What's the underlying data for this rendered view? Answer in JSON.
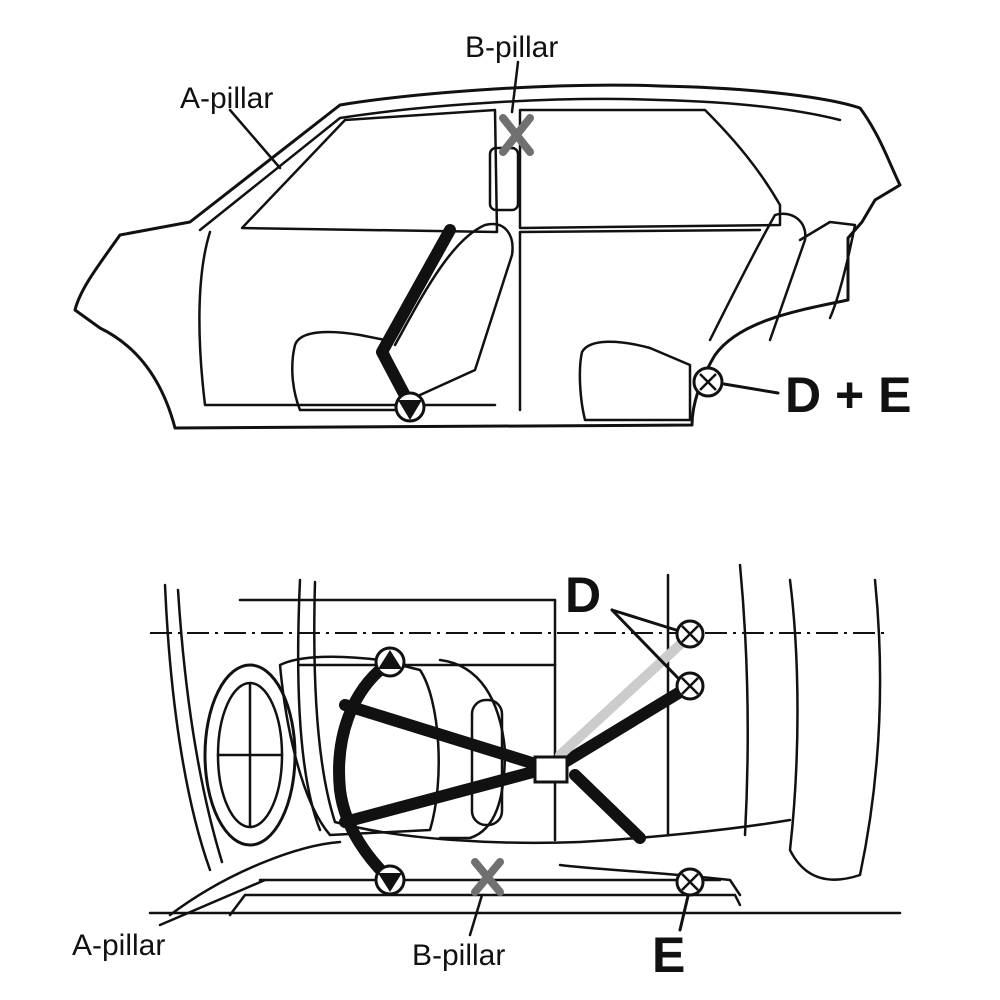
{
  "side_view": {
    "label_a_pillar": "A-pillar",
    "label_b_pillar": "B-pillar",
    "label_mount": "D + E"
  },
  "top_view": {
    "label_mount_d": "D",
    "label_mount_e": "E",
    "label_a_pillar": "A-pillar",
    "label_b_pillar": "B-pillar"
  },
  "colors": {
    "line": "#111111",
    "pillar_mark": "#707070",
    "background": "#ffffff"
  }
}
